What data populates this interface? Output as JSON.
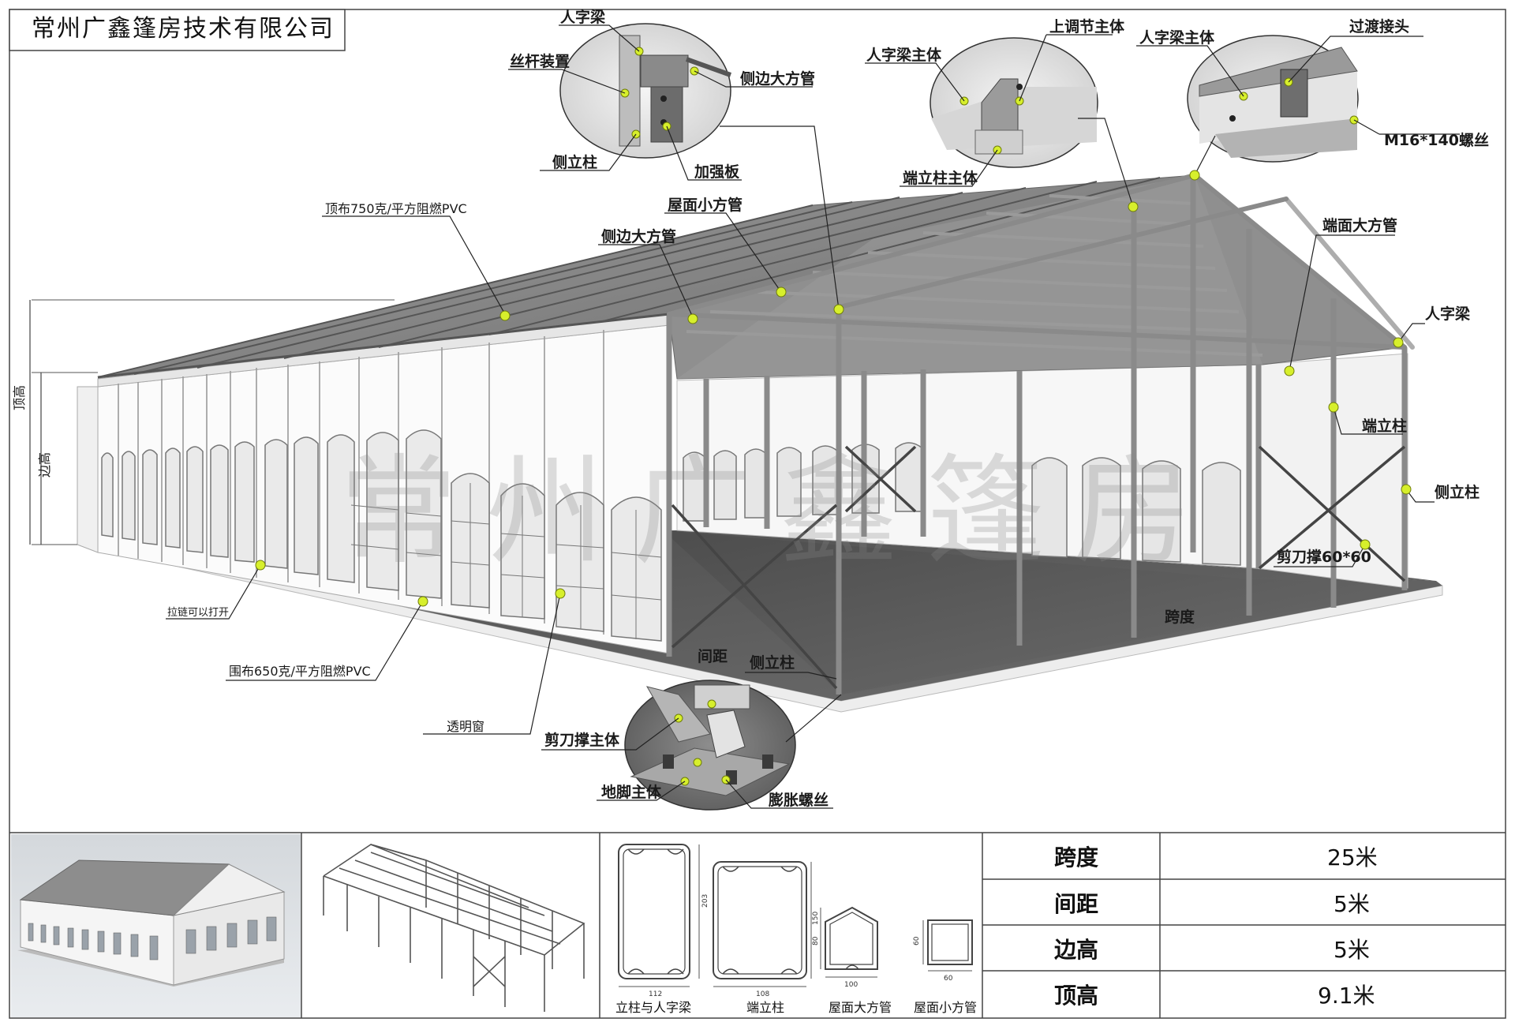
{
  "company_title": "常州广鑫篷房技术有限公司",
  "watermark": "常州广鑫篷房",
  "labels": {
    "ren_zi_liang_top": "人字梁",
    "si_gan_zhuang_zhi": "丝杆装置",
    "ce_bian_da_fang_guan_detail": "侧边大方管",
    "ce_li_zhu_detail": "侧立柱",
    "jia_qiang_ban": "加强板",
    "ding_bu": "顶布750克/平方阻燃PVC",
    "wu_mian_xiao_fang_guan": "屋面小方管",
    "ce_bian_da_fang_guan": "侧边大方管",
    "shang_tiao_jie_zhu_ti": "上调节主体",
    "ren_zi_liang_zhu_ti_left": "人字梁主体",
    "duan_li_zhu_zhu_ti": "端立柱主体",
    "ren_zi_liang_zhu_ti_right": "人字梁主体",
    "guo_du_jie_tou": "过渡接头",
    "m16_luo_si": "M16*140螺丝",
    "duan_mian_da_fang_guan": "端面大方管",
    "ren_zi_liang_right": "人字梁",
    "duan_li_zhu": "端立柱",
    "ce_li_zhu_right": "侧立柱",
    "jian_dao_cheng_size": "剪刀撑60*60",
    "kua_du": "跨度",
    "jian_ju": "间距",
    "ce_li_zhu_bottom": "侧立柱",
    "la_lian": "拉链可以打开",
    "wei_bu": "围布650克/平方阻燃PVC",
    "tou_ming_chuang": "透明窗",
    "jian_dao_cheng_zhu_ti": "剪刀撑主体",
    "di_jiao_zhu_ti": "地脚主体",
    "peng_zhang_luo_si": "膨胀螺丝",
    "ding_gao_axis": "顶高",
    "bian_gao_axis": "边高"
  },
  "profiles": [
    {
      "caption": "立柱与人字梁",
      "w": "112",
      "h": "203"
    },
    {
      "caption": "端立柱",
      "w": "108",
      "h": "150"
    },
    {
      "caption": "屋面大方管",
      "w": "100",
      "h": "80"
    },
    {
      "caption": "屋面小方管",
      "w": "60",
      "h": "60"
    }
  ],
  "specs": [
    {
      "key": "跨度",
      "value": "25米"
    },
    {
      "key": "间距",
      "value": "5米"
    },
    {
      "key": "边高",
      "value": "5米"
    },
    {
      "key": "顶高",
      "value": "9.1米"
    }
  ],
  "colors": {
    "highlight_dot": "#d7ef2c",
    "roof": "#7d7d7d",
    "floor": "#5e5e5e",
    "frame": "#8a8a8a"
  }
}
